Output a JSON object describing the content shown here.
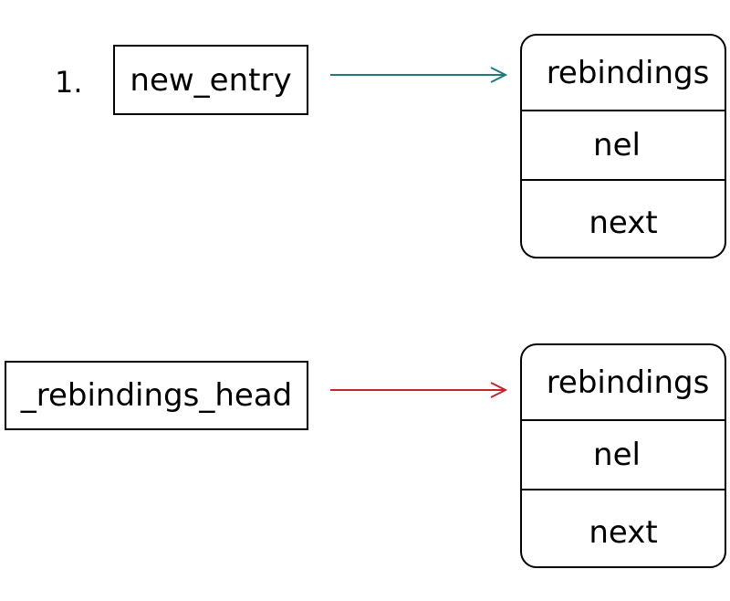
{
  "step": "1.",
  "pointers": [
    {
      "label": "new_entry",
      "color": "#1f7a7a"
    },
    {
      "label": "_rebindings_head",
      "color": "#c0282d"
    }
  ],
  "structs": [
    {
      "fields": [
        "rebindings",
        "nel",
        "next"
      ]
    },
    {
      "fields": [
        "rebindings",
        "nel",
        "next"
      ]
    }
  ]
}
